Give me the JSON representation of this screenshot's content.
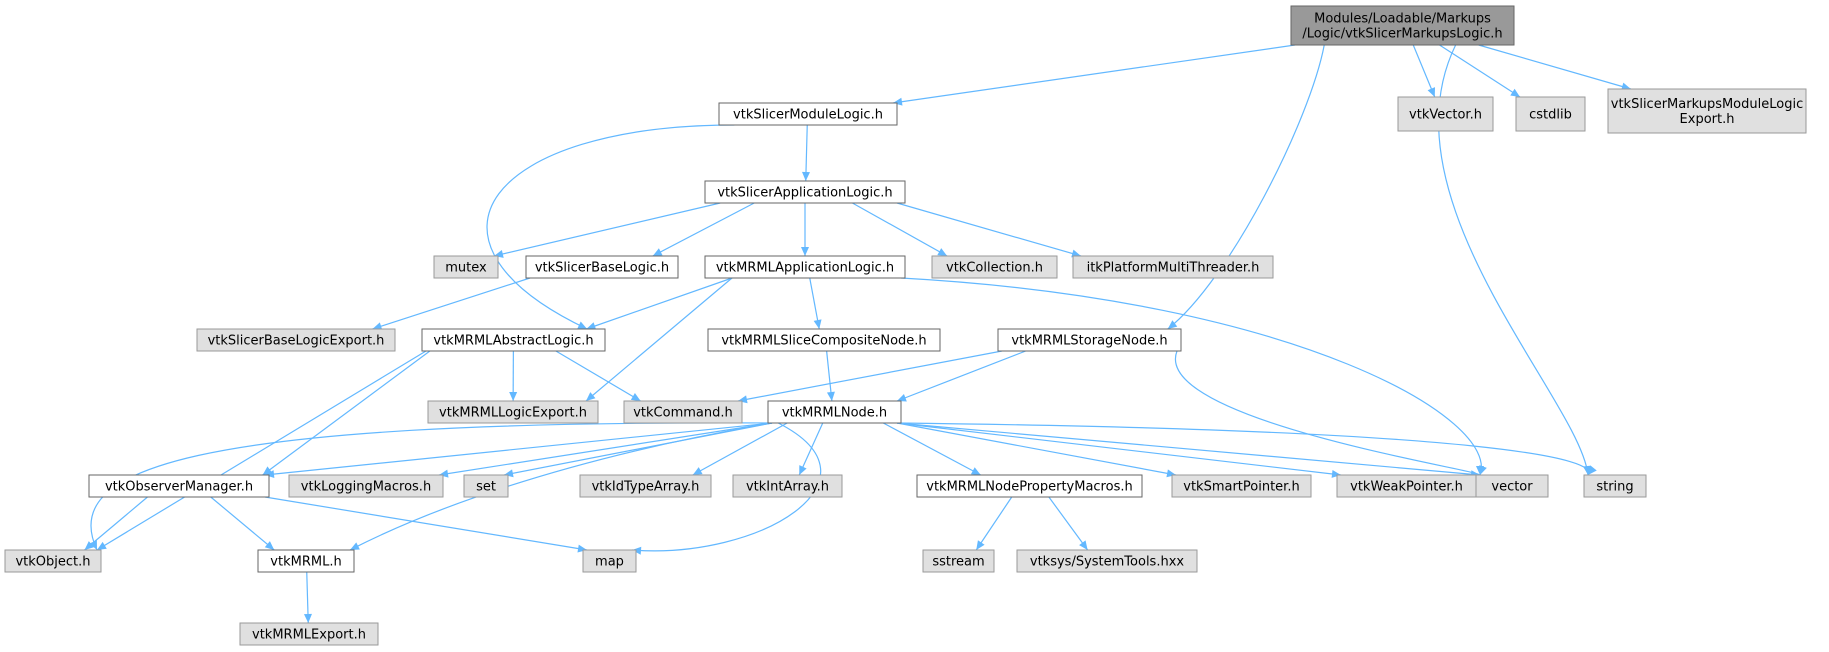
{
  "colors": {
    "root_fill": "#999999",
    "root_stroke": "#666666",
    "documented_fill": "#ffffff",
    "documented_stroke": "#666666",
    "external_fill": "#e0e0e0",
    "external_stroke": "#999999",
    "edge": "#63b8ff"
  },
  "nodes": [
    {
      "id": "root",
      "kind": "root",
      "lines": [
        "Modules/Loadable/Markups",
        "/Logic/vtkSlicerMarkupsLogic.h"
      ]
    },
    {
      "id": "slicer_module_logic",
      "kind": "documented",
      "lines": [
        "vtkSlicerModuleLogic.h"
      ]
    },
    {
      "id": "vtk_vector",
      "kind": "external",
      "lines": [
        "vtkVector.h"
      ]
    },
    {
      "id": "cstdlib",
      "kind": "external",
      "lines": [
        "cstdlib"
      ]
    },
    {
      "id": "markups_export",
      "kind": "external",
      "lines": [
        "vtkSlicerMarkupsModuleLogic",
        "Export.h"
      ]
    },
    {
      "id": "slicer_app_logic",
      "kind": "documented",
      "lines": [
        "vtkSlicerApplicationLogic.h"
      ]
    },
    {
      "id": "mutex",
      "kind": "external",
      "lines": [
        "mutex"
      ]
    },
    {
      "id": "slicer_base_logic",
      "kind": "documented",
      "lines": [
        "vtkSlicerBaseLogic.h"
      ]
    },
    {
      "id": "mrml_app_logic",
      "kind": "documented",
      "lines": [
        "vtkMRMLApplicationLogic.h"
      ]
    },
    {
      "id": "vtk_collection",
      "kind": "external",
      "lines": [
        "vtkCollection.h"
      ]
    },
    {
      "id": "itk_threader",
      "kind": "external",
      "lines": [
        "itkPlatformMultiThreader.h"
      ]
    },
    {
      "id": "base_logic_export",
      "kind": "external",
      "lines": [
        "vtkSlicerBaseLogicExport.h"
      ]
    },
    {
      "id": "mrml_abstract_logic",
      "kind": "documented",
      "lines": [
        "vtkMRMLAbstractLogic.h"
      ]
    },
    {
      "id": "mrml_slice_composite",
      "kind": "documented",
      "lines": [
        "vtkMRMLSliceCompositeNode.h"
      ]
    },
    {
      "id": "mrml_storage_node",
      "kind": "documented",
      "lines": [
        "vtkMRMLStorageNode.h"
      ]
    },
    {
      "id": "mrml_logic_export",
      "kind": "external",
      "lines": [
        "vtkMRMLLogicExport.h"
      ]
    },
    {
      "id": "vtk_command",
      "kind": "external",
      "lines": [
        "vtkCommand.h"
      ]
    },
    {
      "id": "mrml_node",
      "kind": "documented",
      "lines": [
        "vtkMRMLNode.h"
      ]
    },
    {
      "id": "observer_manager",
      "kind": "documented",
      "lines": [
        "vtkObserverManager.h"
      ]
    },
    {
      "id": "logging_macros",
      "kind": "external",
      "lines": [
        "vtkLoggingMacros.h"
      ]
    },
    {
      "id": "set",
      "kind": "external",
      "lines": [
        "set"
      ]
    },
    {
      "id": "id_type_array",
      "kind": "external",
      "lines": [
        "vtkIdTypeArray.h"
      ]
    },
    {
      "id": "int_array",
      "kind": "external",
      "lines": [
        "vtkIntArray.h"
      ]
    },
    {
      "id": "node_property_macros",
      "kind": "documented",
      "lines": [
        "vtkMRMLNodePropertyMacros.h"
      ]
    },
    {
      "id": "smart_pointer",
      "kind": "external",
      "lines": [
        "vtkSmartPointer.h"
      ]
    },
    {
      "id": "weak_pointer",
      "kind": "external",
      "lines": [
        "vtkWeakPointer.h"
      ]
    },
    {
      "id": "vector",
      "kind": "external",
      "lines": [
        "vector"
      ]
    },
    {
      "id": "string",
      "kind": "external",
      "lines": [
        "string"
      ]
    },
    {
      "id": "vtk_object",
      "kind": "external",
      "lines": [
        "vtkObject.h"
      ]
    },
    {
      "id": "vtk_mrml",
      "kind": "documented",
      "lines": [
        "vtkMRML.h"
      ]
    },
    {
      "id": "map",
      "kind": "external",
      "lines": [
        "map"
      ]
    },
    {
      "id": "sstream",
      "kind": "external",
      "lines": [
        "sstream"
      ]
    },
    {
      "id": "system_tools",
      "kind": "external",
      "lines": [
        "vtksys/SystemTools.hxx"
      ]
    },
    {
      "id": "mrml_export",
      "kind": "external",
      "lines": [
        "vtkMRMLExport.h"
      ]
    }
  ],
  "edges": [
    {
      "from": "root",
      "to": "slicer_module_logic"
    },
    {
      "from": "root",
      "to": "mrml_storage_node"
    },
    {
      "from": "root",
      "to": "string"
    },
    {
      "from": "root",
      "to": "vtk_vector"
    },
    {
      "from": "root",
      "to": "cstdlib"
    },
    {
      "from": "root",
      "to": "markups_export"
    },
    {
      "from": "slicer_module_logic",
      "to": "slicer_app_logic"
    },
    {
      "from": "slicer_module_logic",
      "to": "mrml_abstract_logic"
    },
    {
      "from": "slicer_app_logic",
      "to": "mutex"
    },
    {
      "from": "slicer_app_logic",
      "to": "slicer_base_logic"
    },
    {
      "from": "slicer_app_logic",
      "to": "mrml_app_logic"
    },
    {
      "from": "slicer_app_logic",
      "to": "vtk_collection"
    },
    {
      "from": "slicer_app_logic",
      "to": "itk_threader"
    },
    {
      "from": "slicer_base_logic",
      "to": "base_logic_export"
    },
    {
      "from": "mrml_app_logic",
      "to": "mrml_abstract_logic"
    },
    {
      "from": "mrml_app_logic",
      "to": "mrml_logic_export"
    },
    {
      "from": "mrml_app_logic",
      "to": "mrml_slice_composite"
    },
    {
      "from": "mrml_app_logic",
      "to": "vector"
    },
    {
      "from": "mrml_abstract_logic",
      "to": "mrml_logic_export"
    },
    {
      "from": "mrml_abstract_logic",
      "to": "vtk_command"
    },
    {
      "from": "mrml_abstract_logic",
      "to": "observer_manager"
    },
    {
      "from": "mrml_abstract_logic",
      "to": "vtk_object"
    },
    {
      "from": "mrml_slice_composite",
      "to": "mrml_node"
    },
    {
      "from": "mrml_storage_node",
      "to": "vtk_command"
    },
    {
      "from": "mrml_storage_node",
      "to": "mrml_node"
    },
    {
      "from": "mrml_storage_node",
      "to": "vector"
    },
    {
      "from": "mrml_node",
      "to": "vtk_object"
    },
    {
      "from": "mrml_node",
      "to": "observer_manager"
    },
    {
      "from": "mrml_node",
      "to": "logging_macros"
    },
    {
      "from": "mrml_node",
      "to": "set"
    },
    {
      "from": "mrml_node",
      "to": "id_type_array"
    },
    {
      "from": "mrml_node",
      "to": "int_array"
    },
    {
      "from": "mrml_node",
      "to": "vtk_mrml"
    },
    {
      "from": "mrml_node",
      "to": "map"
    },
    {
      "from": "mrml_node",
      "to": "node_property_macros"
    },
    {
      "from": "mrml_node",
      "to": "smart_pointer"
    },
    {
      "from": "mrml_node",
      "to": "weak_pointer"
    },
    {
      "from": "mrml_node",
      "to": "vector"
    },
    {
      "from": "mrml_node",
      "to": "string"
    },
    {
      "from": "observer_manager",
      "to": "vtk_object"
    },
    {
      "from": "observer_manager",
      "to": "vtk_mrml"
    },
    {
      "from": "observer_manager",
      "to": "map"
    },
    {
      "from": "vtk_mrml",
      "to": "mrml_export"
    },
    {
      "from": "node_property_macros",
      "to": "sstream"
    },
    {
      "from": "node_property_macros",
      "to": "system_tools"
    }
  ]
}
